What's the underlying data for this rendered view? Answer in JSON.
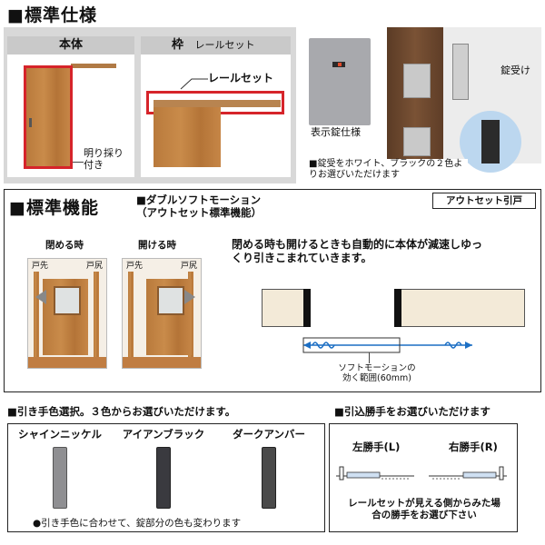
{
  "standard_spec": {
    "title": "■標準仕様",
    "body_label": "本体",
    "frame_label": "枠",
    "frame_sub": "レールセット",
    "rail_set_label": "レールセット",
    "akari_label": "明り採り付き",
    "lock_label": "表示錠仕様",
    "strike_label": "錠受け",
    "lock_note": "■錠受をホワイト、ブラックの２色よりお選びいただけます"
  },
  "standard_function": {
    "title": "■標準機能",
    "subtitle": "■ダブルソフトモーション",
    "subtitle2": "（アウトセット標準機能）",
    "badge": "アウトセット引戸",
    "close_label": "閉める時",
    "open_label": "開ける時",
    "door_front": "戸先",
    "door_back": "戸尻",
    "description": "閉める時も開けるときも自動的に本体が減速しゆっくり引きこまれていきます。",
    "range_label": "ソフトモーションの効く範囲(60mm)"
  },
  "handle_select": {
    "title": "■引き手色選択。３色からお選びいただけます。",
    "options": [
      "シャインニッケル",
      "アイアンブラック",
      "ダークアンバー"
    ],
    "colors": [
      "#8f8f92",
      "#3a3a3f",
      "#4a4a4a"
    ],
    "note": "●引き手色に合わせて、錠部分の色も変わります"
  },
  "hand_select": {
    "title": "■引込勝手をお選びいただけます",
    "left": "左勝手(L)",
    "right": "右勝手(R)",
    "note": "レールセットが見える側からみた場合の勝手をお選び下さい"
  }
}
